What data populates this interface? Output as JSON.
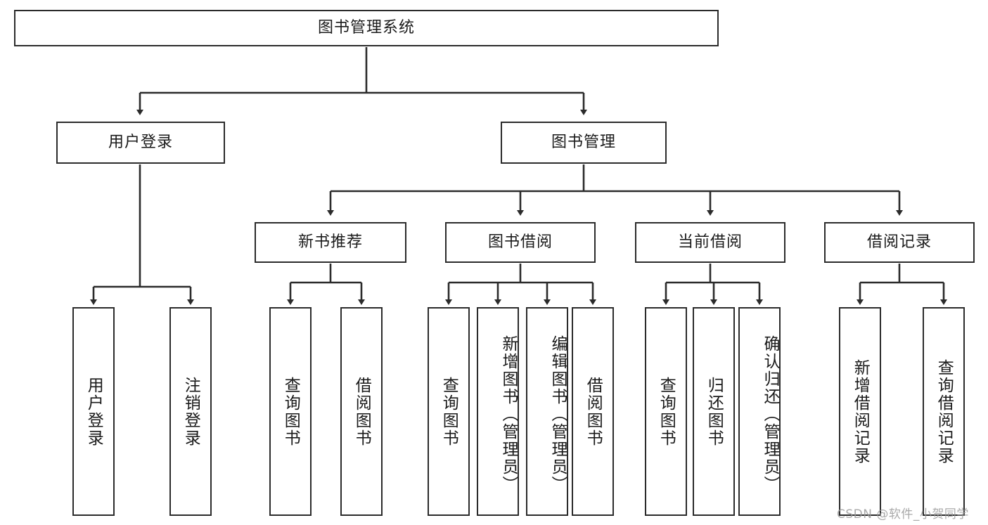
{
  "diagram": {
    "title": "图书管理系统",
    "type": "tree-hierarchy-chart",
    "root": {
      "label": "图书管理系统"
    },
    "level2": [
      {
        "label": "用户登录"
      },
      {
        "label": "图书管理"
      }
    ],
    "level3": [
      {
        "label": "新书推荐"
      },
      {
        "label": "图书借阅"
      },
      {
        "label": "当前借阅"
      },
      {
        "label": "借阅记录"
      }
    ],
    "leaves": {
      "user_login": [
        {
          "label": "用户登录"
        },
        {
          "label": "注销登录"
        }
      ],
      "new_book_recommend": [
        {
          "label": "查询图书"
        },
        {
          "label": "借阅图书"
        }
      ],
      "book_borrow": [
        {
          "label": "查询图书"
        },
        {
          "label": "新增图书（管理员）"
        },
        {
          "label": "编辑图书（管理员）"
        },
        {
          "label": "借阅图书"
        }
      ],
      "current_borrow": [
        {
          "label": "查询图书"
        },
        {
          "label": "归还图书"
        },
        {
          "label": "确认归还（管理员）"
        }
      ],
      "borrow_record": [
        {
          "label": "新增借阅记录"
        },
        {
          "label": "查询借阅记录"
        }
      ]
    }
  },
  "watermark": {
    "text": "CSDN @软件_小贺同学"
  },
  "colors": {
    "border": "#2b2b2b",
    "background": "#ffffff",
    "text": "#1a1a1a",
    "watermark": "#9b9b9b"
  }
}
